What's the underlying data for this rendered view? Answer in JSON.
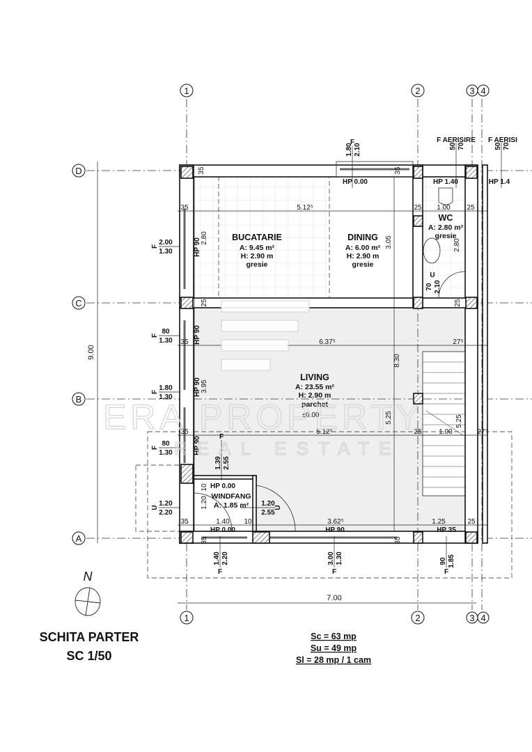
{
  "grid": {
    "columns": [
      "1",
      "2",
      "3",
      "4"
    ],
    "rows": [
      "A",
      "B",
      "C",
      "D"
    ]
  },
  "rooms": {
    "kitchen": {
      "name": "BUCATARIE",
      "area": "A: 9.45 m²",
      "height": "H: 2.90 m",
      "floor": "gresie"
    },
    "dining": {
      "name": "DINING",
      "area": "A: 6.00 m²",
      "height": "H: 2.90 m",
      "floor": "gresie"
    },
    "wc": {
      "name": "WC",
      "area": "A: 2.80 m²",
      "floor": "gresie"
    },
    "living": {
      "name": "LIVING",
      "area": "A: 23.55 m²",
      "height": "H: 2.90 m",
      "floor": "parchet",
      "level": "±0.00"
    },
    "windfang": {
      "name": "WINDFANG",
      "area": "A: 1.85 m²"
    }
  },
  "dims": [
    "35",
    "35",
    "5.12⁵",
    "35",
    "25",
    "1.00",
    "25",
    "2.80",
    "3.05",
    "2.80",
    "25",
    "25",
    "35",
    "6.37⁵",
    "27⁵",
    "8.30",
    "3.95",
    "5.25",
    "5.25",
    "35",
    "5.12⁵",
    "25",
    "1.00",
    "27⁵",
    "10",
    "1.20",
    "35",
    "1.40",
    "10",
    "3.62⁵",
    "1.25",
    "25",
    "35",
    "35",
    "9.00",
    "7.00"
  ],
  "hp": [
    "HP  0.00",
    "HP  1.40",
    "HP  1.4",
    "HP  90",
    "HP  90",
    "HP  90",
    "HP  90",
    "HP  0.00",
    "HP  0.00",
    "HP  90",
    "HP  35"
  ],
  "openings": [
    {
      "type": "F",
      "w": "1.80",
      "h": "2.10"
    },
    {
      "type": "F AERISIRE",
      "w": "50",
      "h": "70"
    },
    {
      "type": "F AERISI",
      "w": "50",
      "h": "70"
    },
    {
      "type": "F",
      "w": "2.00",
      "h": "1.30"
    },
    {
      "type": "F",
      "w": "80",
      "h": "1.30"
    },
    {
      "type": "F",
      "w": "1.80",
      "h": "1.30"
    },
    {
      "type": "F",
      "w": "80",
      "h": "1.30"
    },
    {
      "type": "U",
      "w": "1.20",
      "h": "2.20"
    },
    {
      "type": "F",
      "w": "1.39",
      "h": "2.55"
    },
    {
      "type": "U",
      "w": "1.20",
      "h": "2.55"
    },
    {
      "type": "U",
      "w": "70",
      "h": "2.10"
    },
    {
      "type": "F",
      "w": "1.40",
      "h": "2.20"
    },
    {
      "type": "F",
      "w": "3.00",
      "h": "1.30"
    },
    {
      "type": "F",
      "w": "90",
      "h": "1.85"
    }
  ],
  "north": "N",
  "title": {
    "line1": "SCHITA PARTER",
    "line2": "SC 1/50"
  },
  "summary": [
    "Sc = 63 mp",
    "Su = 49 mp",
    "Sl = 28 mp / 1 cam"
  ],
  "watermark": {
    "line1": "ERA PROPERTY",
    "line2": "REAL ESTATE"
  }
}
